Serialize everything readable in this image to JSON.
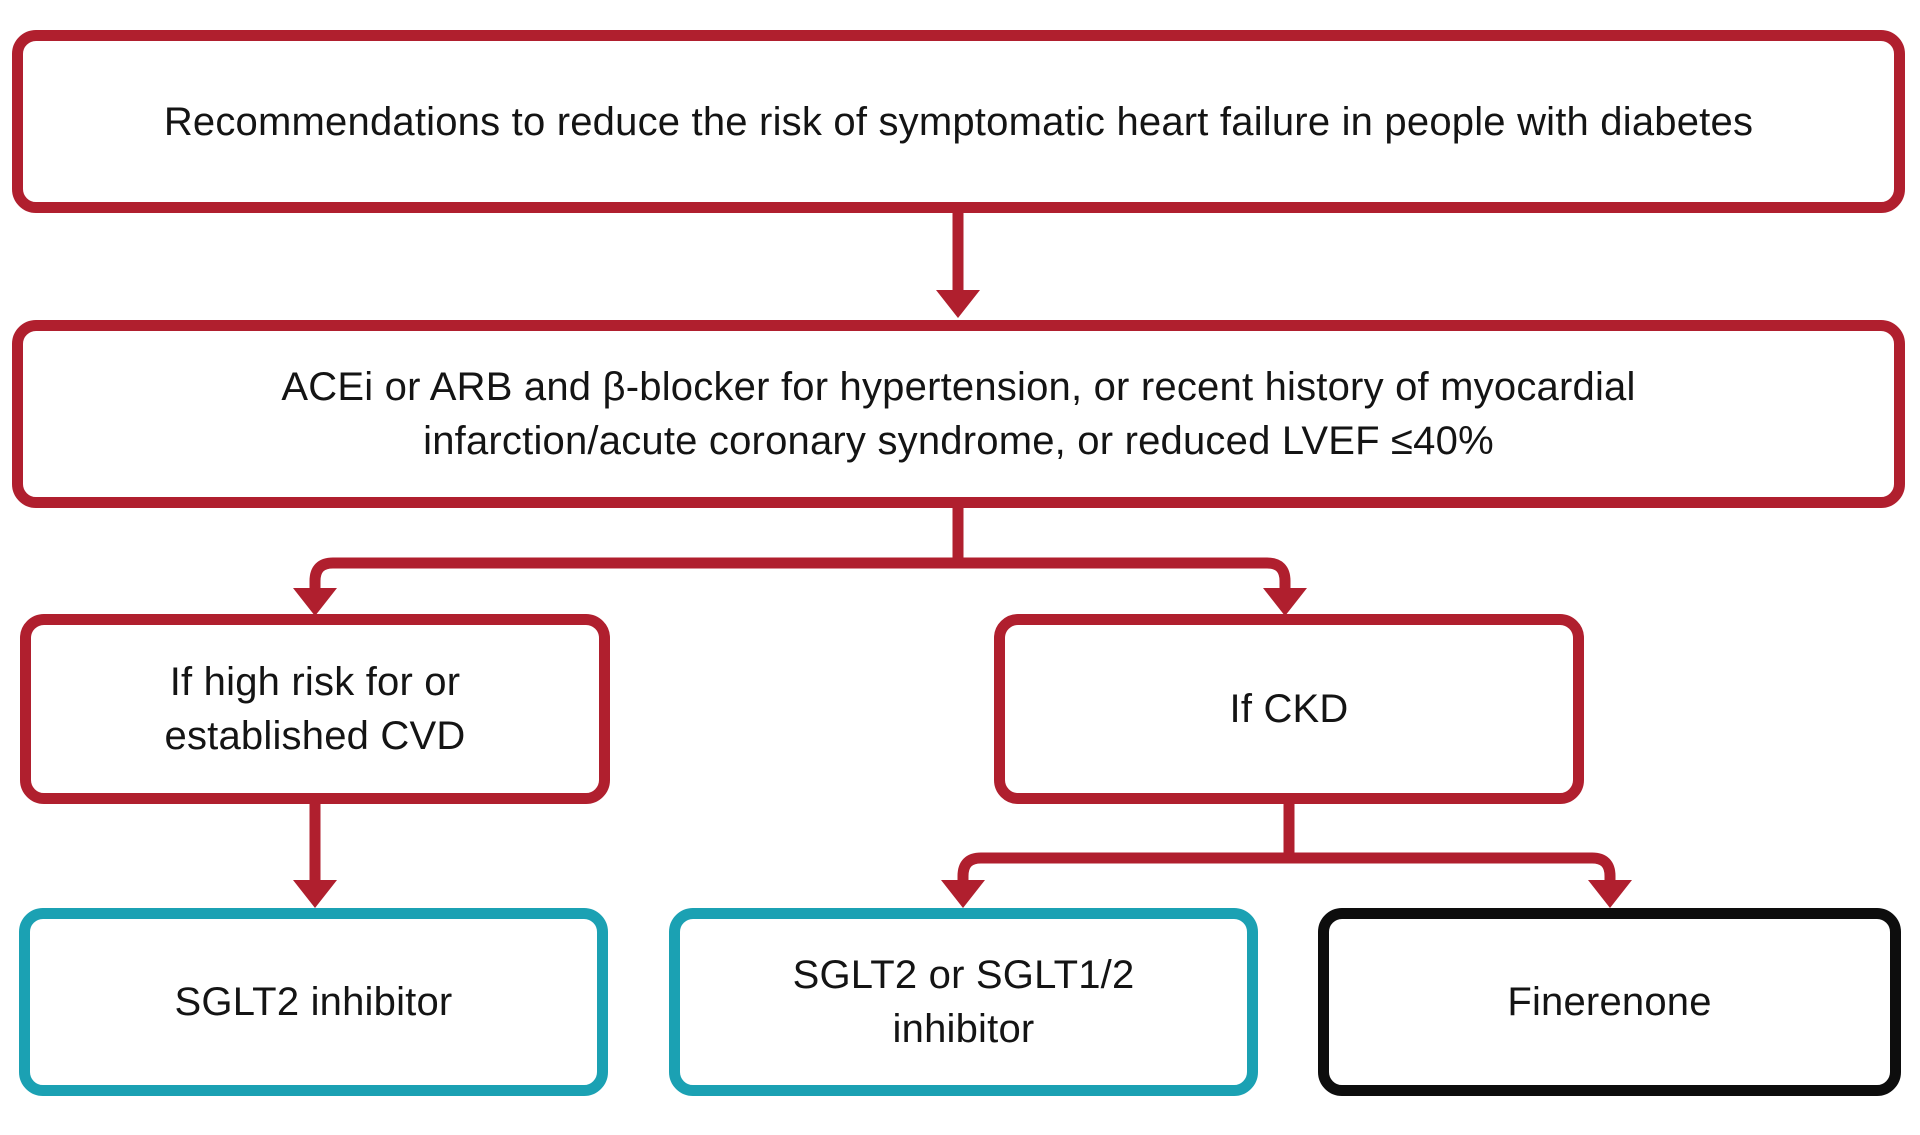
{
  "diagram": {
    "type": "flowchart",
    "colors": {
      "red": "#B01F2E",
      "teal": "#1BA1B3",
      "black": "#0D0D0D",
      "text": "#141414",
      "background": "#FFFFFF"
    },
    "nodes": {
      "root": {
        "label": "Recommendations to reduce the risk of symptomatic heart failure in people with diabetes",
        "border_color_name": "red"
      },
      "therapy": {
        "label": "ACEi or ARB and β-blocker for hypertension, or recent history of myocardial\ninfarction/acute coronary syndrome, or reduced LVEF ≤40%",
        "border_color_name": "red"
      },
      "cvd": {
        "label": "If high risk for or\nestablished CVD",
        "border_color_name": "red"
      },
      "ckd": {
        "label": "If CKD",
        "border_color_name": "red"
      },
      "sglt2": {
        "label": "SGLT2 inhibitor",
        "border_color_name": "teal"
      },
      "sglt12": {
        "label": "SGLT2 or SGLT1/2\ninhibitor",
        "border_color_name": "teal"
      },
      "finerenone": {
        "label": "Finerenone",
        "border_color_name": "black"
      }
    },
    "edges": [
      {
        "from": "root",
        "to": "therapy"
      },
      {
        "from": "therapy",
        "to": "cvd"
      },
      {
        "from": "therapy",
        "to": "ckd"
      },
      {
        "from": "cvd",
        "to": "sglt2"
      },
      {
        "from": "ckd",
        "to": "sglt12"
      },
      {
        "from": "ckd",
        "to": "finerenone"
      }
    ]
  }
}
